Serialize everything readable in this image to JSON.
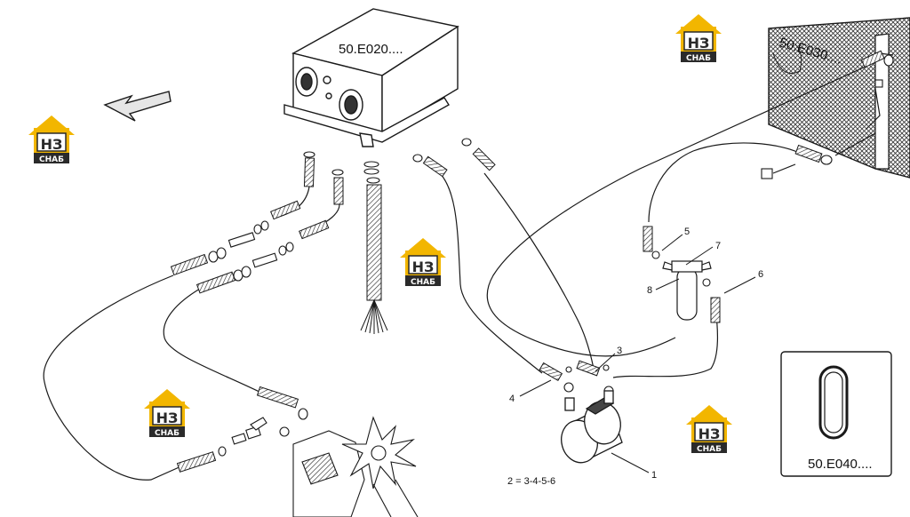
{
  "references": {
    "heater_unit": "50.E020....",
    "condenser": "50.E030....",
    "belt_detail": "50.E040...."
  },
  "callouts": {
    "c1": "1",
    "c3": "3",
    "c4": "4",
    "c5": "5",
    "c6": "6",
    "c7": "7",
    "c8": "8"
  },
  "note": "2 = 3-4-5-6",
  "watermark": {
    "brand_letters": "НЗ",
    "brand_word": "СНАБ",
    "colors": {
      "yellow": "#f2b600",
      "dark": "#2a2a2a",
      "white": "#ffffff"
    }
  },
  "line_color": "#1a1a1a"
}
